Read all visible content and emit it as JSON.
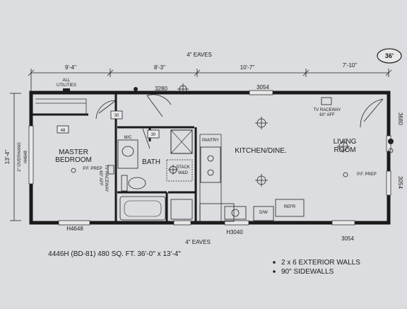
{
  "plan": {
    "badge": "36'",
    "eaves_top": "4\" EAVES",
    "eaves_bottom": "4\" EAVES",
    "dims": [
      "9'-4\"",
      "8'-3\"",
      "10'-7\"",
      "7'-10\""
    ],
    "overhang": "2\" OVERHANG",
    "depth": "13'-4\"",
    "all_utilities": [
      "ALL",
      "UTILITIES"
    ],
    "windows": {
      "w3280": "3280",
      "w3054_top": "3054",
      "w3680": "3680",
      "w3054_right": "3054",
      "w3054_bottom": "3054",
      "h3040": "H3040",
      "h4648_bottom": "H4648",
      "h4648_left": "H4648"
    },
    "rooms": {
      "master_bedroom": [
        "MASTER",
        "BEDROOM"
      ],
      "bath": "BATH",
      "kitchen": "KITCHEN/DINE.",
      "living": [
        "LIVING",
        "ROOM"
      ],
      "pantry": "PANTRY",
      "refr": "REFR",
      "dw": "D/W",
      "wd": [
        "STACK",
        "W&D"
      ],
      "mc": "M/C"
    },
    "labels": {
      "pf_prep_bed": "P.F. PREP",
      "pf_prep_living": "P.F. PREP",
      "tv_raceway_bed": [
        "TV RACEWAY",
        "60\" AFF"
      ],
      "tv_raceway_living": [
        "TV RACEWAY",
        "60\" AFF"
      ],
      "closet_30a": "30",
      "closet_30b": "30",
      "closet_48": "48"
    },
    "model_line": "4446H (BD-81) 480 SQ. FT. 36'-0\" x 13'-4\"",
    "notes": [
      "2 x 6 EXTERIOR WALLS",
      "90\" SIDEWALLS"
    ]
  }
}
